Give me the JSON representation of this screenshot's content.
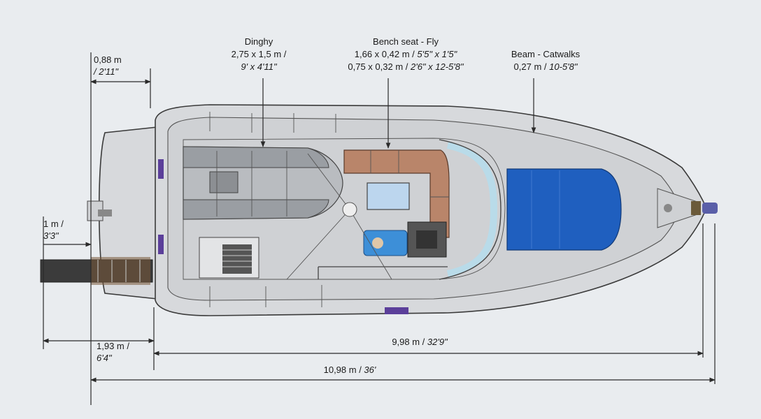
{
  "labels": {
    "dinghy": {
      "title": "Dinghy",
      "metric": "2,75 x 1,5 m /",
      "imperial": "9' x 4'11\""
    },
    "bench": {
      "title": "Bench seat - Fly",
      "line1_metric": "1,66 x 0,42 m / ",
      "line1_imperial": "5'5\" x 1'5\"",
      "line2_metric": "0,75 x 0,32 m / ",
      "line2_imperial": "2'6\" x 12-5'8\""
    },
    "beam": {
      "title": "Beam - Catwalks",
      "metric": "0,27 m / ",
      "imperial": "10-5'8\""
    }
  },
  "dimensions": {
    "stern_platform": {
      "metric": "0,88 m",
      "imperial": "/ 2'11\""
    },
    "swim_ladder": {
      "metric": "1 m /",
      "imperial": "3'3\""
    },
    "platform_length": {
      "metric": "1,93 m /",
      "imperial": "6'4\""
    },
    "hull_length": {
      "metric": "9,98 m / ",
      "imperial": "32'9\""
    },
    "overall_length": {
      "metric": "10,98 m / ",
      "imperial": "36'"
    }
  },
  "colors": {
    "bench_upholstery": "#b9856a",
    "sunpad": "#1f5fbf",
    "skylight": "#bcd6ee",
    "windscreen": "#b9dbe9",
    "pilot_seat": "#3d8fd8",
    "fender_purple": "#5b3f9a"
  }
}
